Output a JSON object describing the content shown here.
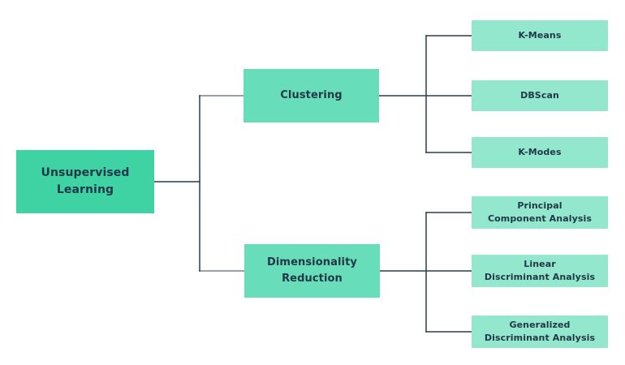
{
  "diagram": {
    "type": "tree",
    "orientation": "left-to-right",
    "background": "#ffffff",
    "colors": {
      "root_fill": "#3fd3a4",
      "branch_fill": "#68ddb9",
      "leaf_fill": "#92e7cc",
      "connector_dark": "#2a3b4d",
      "connector_gray": "#98a1ab",
      "text": "#223848"
    },
    "nodes": [
      {
        "id": "unsupervised-learning",
        "level": 0,
        "parent": null,
        "label": "Unsupervised Learning",
        "lines": [
          "Unsupervised",
          "Learning"
        ]
      },
      {
        "id": "clustering",
        "level": 1,
        "parent": "unsupervised-learning",
        "label": "Clustering",
        "lines": [
          "Clustering"
        ]
      },
      {
        "id": "dimensionality-reduction",
        "level": 1,
        "parent": "unsupervised-learning",
        "label": "Dimensionality Reduction",
        "lines": [
          "Dimensionality",
          "Reduction"
        ]
      },
      {
        "id": "k-means",
        "level": 2,
        "parent": "clustering",
        "label": "K-Means",
        "lines": [
          "K-Means"
        ]
      },
      {
        "id": "dbscan",
        "level": 2,
        "parent": "clustering",
        "label": "DBScan",
        "lines": [
          "DBScan"
        ]
      },
      {
        "id": "k-modes",
        "level": 2,
        "parent": "clustering",
        "label": "K-Modes",
        "lines": [
          "K-Modes"
        ]
      },
      {
        "id": "principal-component-analysis",
        "level": 2,
        "parent": "dimensionality-reduction",
        "label": "Principal Component Analysis",
        "lines": [
          "Principal",
          "Component Analysis"
        ]
      },
      {
        "id": "linear-discriminant-analysis",
        "level": 2,
        "parent": "dimensionality-reduction",
        "label": "Linear Discriminant Analysis",
        "lines": [
          "Linear",
          "Discriminant Analysis"
        ]
      },
      {
        "id": "generalized-discriminant-analysis",
        "level": 2,
        "parent": "dimensionality-reduction",
        "label": "Generalized Discriminant Analysis",
        "lines": [
          "Generalized",
          "Discriminant Analysis"
        ]
      }
    ]
  }
}
